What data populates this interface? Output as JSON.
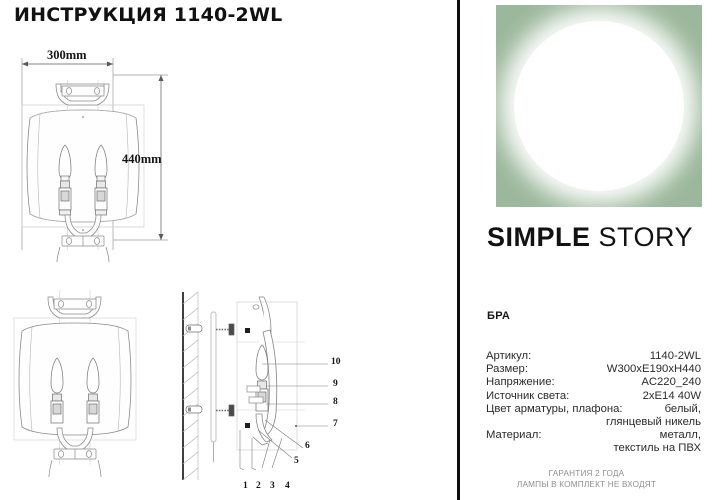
{
  "document": {
    "title": "ИНСТРУКЦИЯ 1140-2WL"
  },
  "drawings": {
    "dimension_width_label": "300mm",
    "dimension_height_label": "440mm",
    "callouts_right": [
      "10",
      "9",
      "8",
      "7"
    ],
    "callouts_bottom": [
      "1",
      "2",
      "3",
      "4"
    ],
    "callouts_diagonal": [
      "5",
      "6"
    ]
  },
  "product": {
    "image_alt": "lamp-product-photo",
    "brand_first": "SIMPLE",
    "brand_second": "STORY",
    "category": "БРА",
    "accent_color": "#9cb89c"
  },
  "specs": [
    {
      "label": "Артикул:",
      "value": "1140-2WL",
      "cont": ""
    },
    {
      "label": "Размер:",
      "value": "W300xE190xH440",
      "cont": ""
    },
    {
      "label": "Напряжение:",
      "value": "AC220_240",
      "cont": ""
    },
    {
      "label": "Источник света:",
      "value": "2xE14 40W",
      "cont": ""
    },
    {
      "label": "Цвет арматуры, плафона:",
      "value": "белый,",
      "cont": "глянцевый никель"
    },
    {
      "label": "Материал:",
      "value": "металл,",
      "cont": "текстиль на ПВХ"
    }
  ],
  "footer": {
    "line1": "ГАРАНТИЯ 2 ГОДА",
    "line2": "ЛАМПЫ В КОМПЛЕКТ НЕ ВХОДЯТ"
  }
}
